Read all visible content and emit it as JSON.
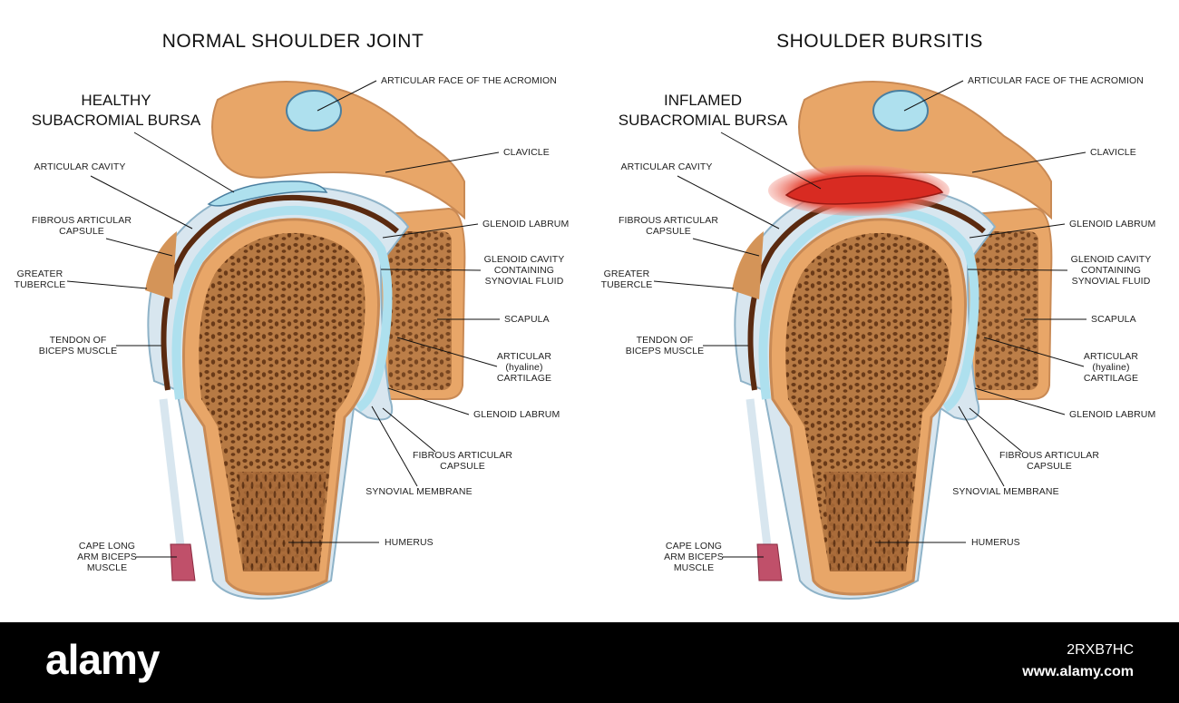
{
  "left_panel": {
    "title": "NORMAL SHOULDER JOINT",
    "bursa_label": [
      "HEALTHY",
      "SUBACROMIAL BURSA"
    ]
  },
  "right_panel": {
    "title": "SHOULDER BURSITIS",
    "bursa_label": [
      "INFLAMED",
      "SUBACROMIAL BURSA"
    ]
  },
  "labels": {
    "acromion_face": "ARTICULAR FACE OF THE ACROMION",
    "clavicle": "CLAVICLE",
    "articular_cavity": "ARTICULAR CAVITY",
    "fibrous_capsule_left": [
      "FIBROUS ARTICULAR",
      "CAPSULE"
    ],
    "glenoid_labrum_top": "GLENOID LABRUM",
    "glenoid_cavity": [
      "GLENOID CAVITY",
      "CONTAINING",
      "SYNOVIAL FLUID"
    ],
    "greater_tubercle": [
      "GREATER",
      "TUBERCLE"
    ],
    "scapula": "SCAPULA",
    "biceps_tendon": [
      "TENDON OF",
      "BICEPS MUSCLE"
    ],
    "hyaline_cartilage": [
      "ARTICULAR",
      "(hyaline)",
      "CARTILAGE"
    ],
    "glenoid_labrum_bottom": "GLENOID LABRUM",
    "fibrous_capsule_right": [
      "FIBROUS ARTICULAR",
      "CAPSULE"
    ],
    "synovial_membrane": "SYNOVIAL MEMBRANE",
    "long_head_biceps": [
      "CAPE LONG",
      "ARM BICEPS",
      "MUSCLE"
    ],
    "humerus": "HUMERUS"
  },
  "footer": {
    "logo": "alamy",
    "image_id": "2RXB7HC",
    "site": "www.alamy.com"
  },
  "colors": {
    "bone": "#e8a668",
    "cortex": "#c98a55",
    "spongy": "#8a5530",
    "cartilage": "#aee0ee",
    "capsule": "#d8e6ef",
    "cavity": "#5a2a10",
    "inflamed": "#e23b2f",
    "footer_bg": "#000000"
  }
}
